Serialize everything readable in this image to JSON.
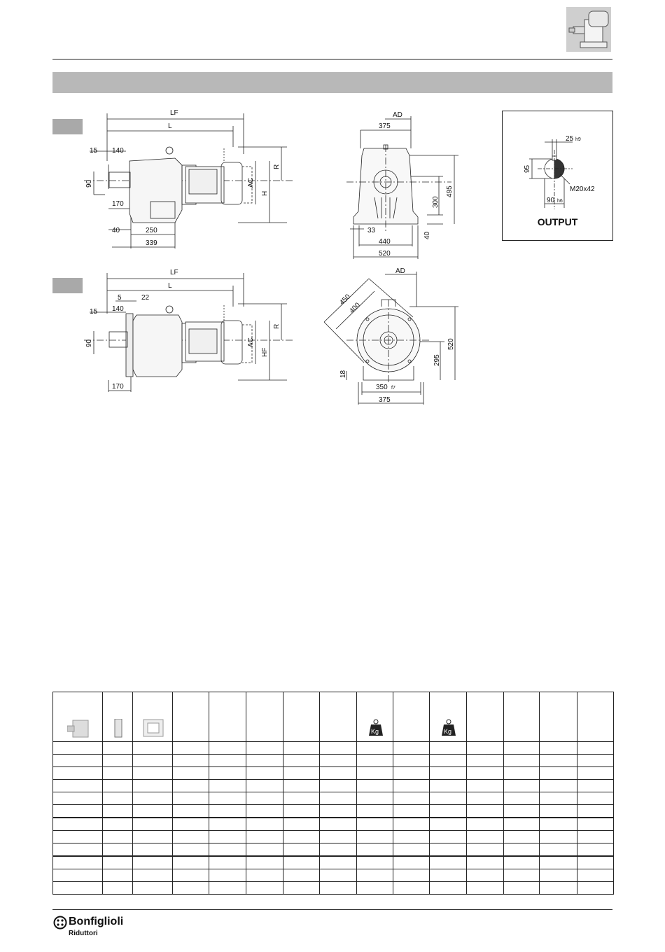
{
  "views": {
    "top_side": {
      "dims": {
        "lf": "LF",
        "l": "L",
        "d15": "15",
        "d140": "140",
        "d90": "90",
        "d170": "170",
        "d40": "40",
        "d250": "250",
        "d339": "339",
        "ac": "AC",
        "h": "H",
        "r": "R"
      }
    },
    "top_front": {
      "dims": {
        "ad": "AD",
        "d375": "375",
        "d495": "495",
        "d300": "300",
        "d40": "40",
        "d33": "33",
        "d440": "440",
        "d520": "520"
      }
    },
    "bottom_side": {
      "dims": {
        "lf": "LF",
        "l": "L",
        "d5": "5",
        "d22": "22",
        "d15": "15",
        "d140": "140",
        "d90": "90",
        "d170": "170",
        "ac": "AC",
        "hf": "HF",
        "r": "R"
      }
    },
    "bottom_front": {
      "dims": {
        "ad": "AD",
        "d450": "450",
        "d400": "400",
        "d520": "520",
        "d295": "295",
        "d18": "18",
        "d350": "350",
        "f7": "f7",
        "d375": "375"
      }
    }
  },
  "output": {
    "title": "OUTPUT",
    "d25": "25",
    "h9": "h9",
    "d95": "95",
    "m": "M20x42",
    "d90": "90",
    "h6": "h6"
  },
  "table": {
    "weight_icon_label": "Kg"
  },
  "footer": {
    "brand": "Bonfiglioli",
    "sub": "Riduttori"
  }
}
